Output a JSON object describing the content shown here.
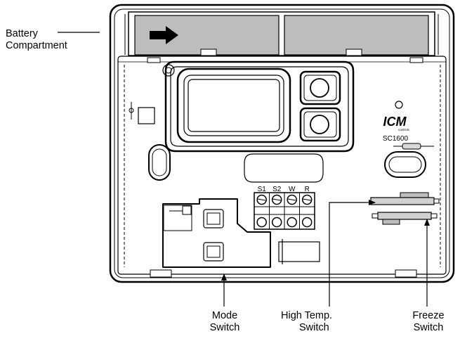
{
  "callouts": {
    "battery": {
      "line1": "Battery",
      "line2": "Compartment"
    },
    "mode": {
      "line1": "Mode",
      "line2": "Switch"
    },
    "high_temp": {
      "line1": "High Temp.",
      "line2": "Switch"
    },
    "freeze": {
      "line1": "Freeze",
      "line2": "Switch"
    }
  },
  "brand": {
    "logo_text": "ICM",
    "logo_subtext": "controls",
    "model": "SC1600"
  },
  "terminals": [
    "S1",
    "S2",
    "W",
    "R"
  ]
}
